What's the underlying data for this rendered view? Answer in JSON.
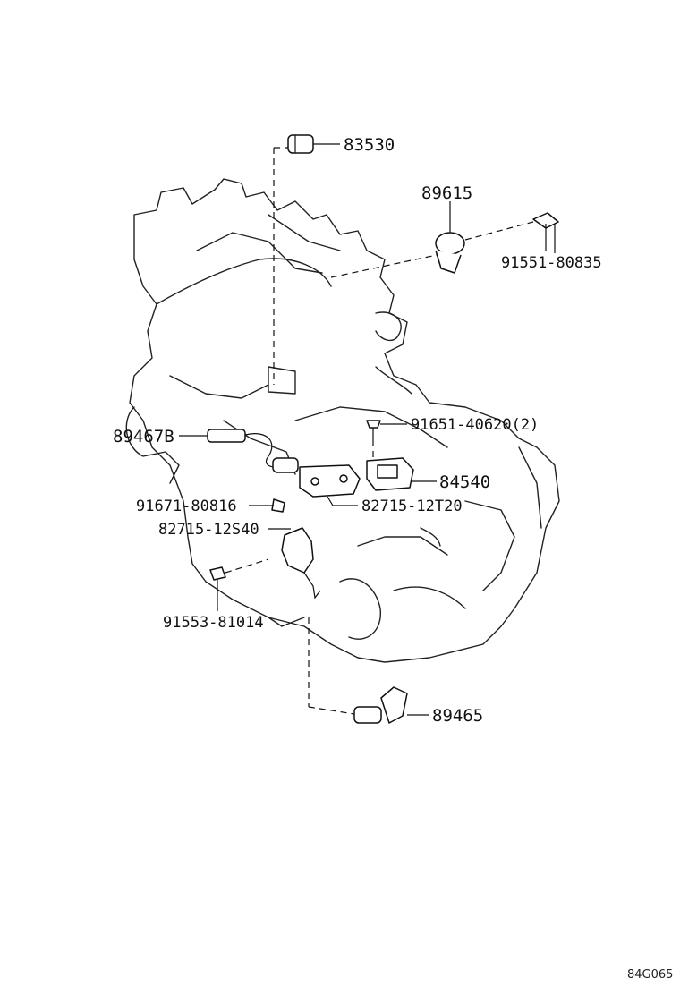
{
  "parts": {
    "p83530": "83530",
    "p89615": "89615",
    "p91551_80835": "91551-80835",
    "p89467b": "89467B",
    "p91651_40620": "91651-40620(2)",
    "p84540": "84540",
    "p91671_80816": "91671-80816",
    "p82715_12t20": "82715-12T20",
    "p82715_12s40": "82715-12S40",
    "p91553_81014": "91553-81014",
    "p89465": "89465"
  },
  "figure_code": "84G065"
}
